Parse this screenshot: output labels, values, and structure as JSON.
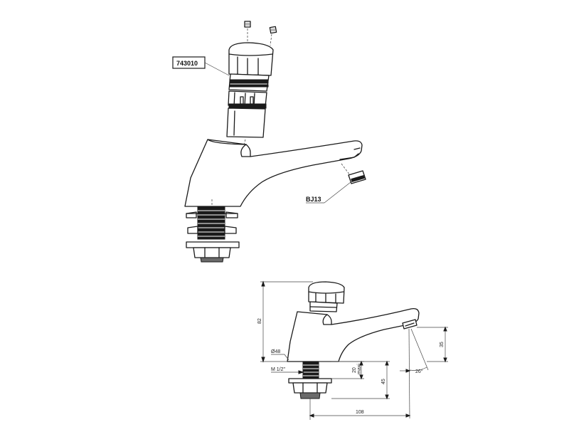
{
  "callouts": {
    "part_number_cartridge": "743010",
    "part_number_aerator": "BJ13"
  },
  "dimensions": {
    "height_82": "82",
    "diameter_48": "Ø48",
    "thread_m12": "M 1/2\"",
    "thread_length_20": "20",
    "thread_length_maxi": "maxi",
    "base_height_45": "45",
    "spout_height_35": "35",
    "angle_26": "26°",
    "projection_108": "108"
  }
}
